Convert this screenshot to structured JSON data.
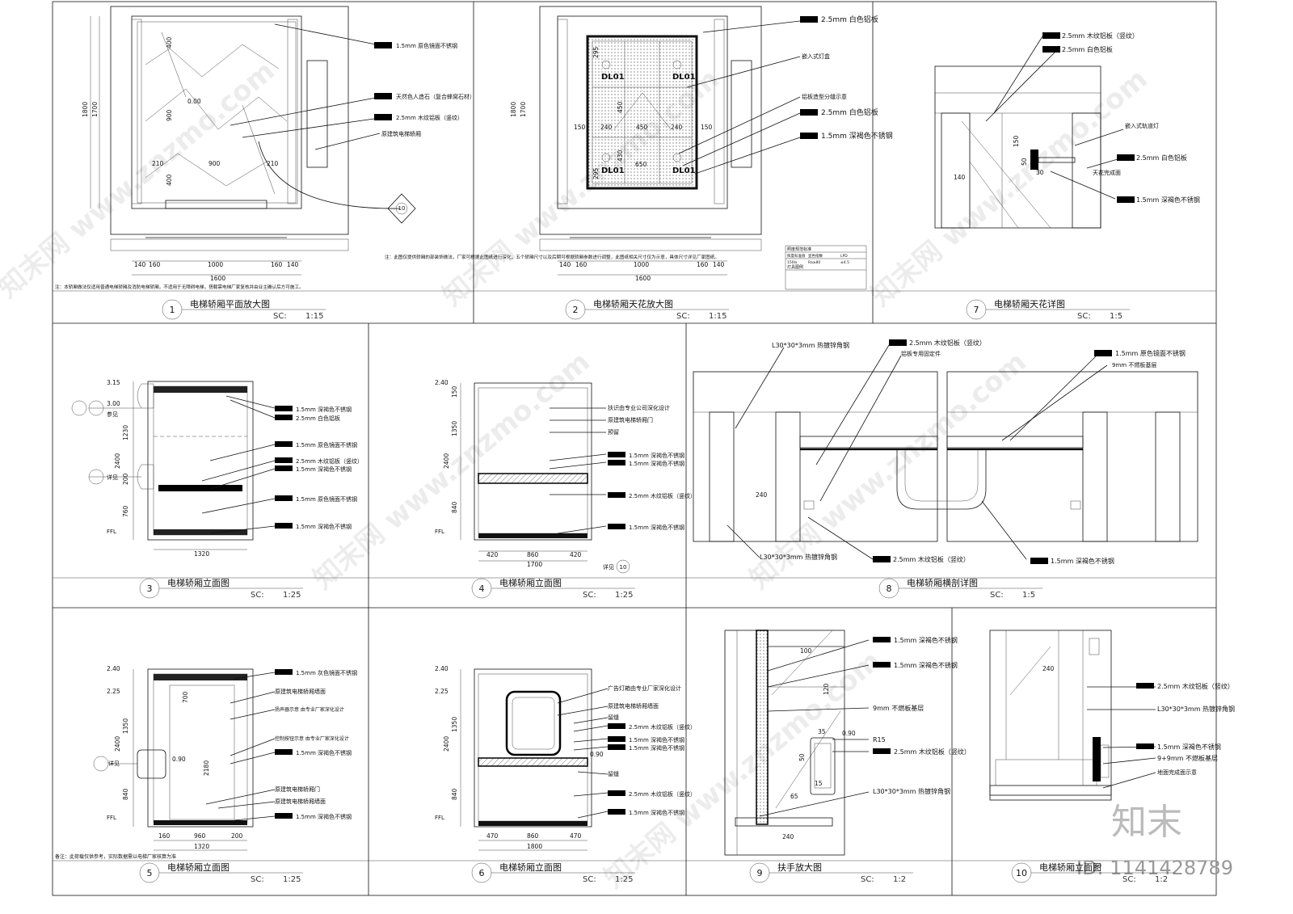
{
  "views": [
    {
      "num": "1",
      "title": "电梯轿厢平面放大图",
      "sc": "SC:",
      "scale": "1:15"
    },
    {
      "num": "2",
      "title": "电梯轿厢天花放大图",
      "sc": "SC:",
      "scale": "1:15"
    },
    {
      "num": "7",
      "title": "电梯轿厢天花详图",
      "sc": "SC:",
      "scale": "1:5"
    },
    {
      "num": "3",
      "title": "电梯轿厢立面图",
      "sc": "SC:",
      "scale": "1:25"
    },
    {
      "num": "4",
      "title": "电梯轿厢立面图",
      "sc": "SC:",
      "scale": "1:25"
    },
    {
      "num": "8",
      "title": "电梯轿厢横剖详图",
      "sc": "SC:",
      "scale": "1:5"
    },
    {
      "num": "5",
      "title": "电梯轿厢立面图",
      "sc": "SC:",
      "scale": "1:25"
    },
    {
      "num": "6",
      "title": "电梯轿厢立面图",
      "sc": "SC:",
      "scale": "1:25"
    },
    {
      "num": "9",
      "title": "扶手放大图",
      "sc": "SC:",
      "scale": "1:2"
    },
    {
      "num": "10",
      "title": "电梯轿厢立面图",
      "sc": "SC:",
      "scale": "1:2"
    }
  ],
  "notes": {
    "plan_note": "注：本轿厢做法仅适用普通电梯轿厢及消防电梯轿厢，不适用于无障碍电梯，搭载需电梯厂家复核并由业主确认后方可施工。",
    "ceiling_note": "注：此图仅提供轿厢的部装饰做法，厂家可根据此图纸进行深化，五个轿厢尺寸以及后期可根据轿厢参数进行调整，此图纸相关尺寸仅为示意，具体尺寸详见厂家图纸。",
    "bottom_note": "备注：此荷载仅供参考，实际数据需以电梯厂家核算为准"
  },
  "plan": {
    "dims_bottom": [
      "140",
      "160",
      "1000",
      "160",
      "140"
    ],
    "total": "1600",
    "dims_left": [
      "1800",
      "1700"
    ],
    "dims_inner": [
      "400",
      "900",
      "400",
      "210",
      "900",
      "210"
    ],
    "level": "0.00",
    "callouts": [
      "1.5mm 原色镜面不锈钢",
      "天然色人造石（复合蜂窝石材）",
      "2.5mm 木纹铝板（竖纹）",
      "原建筑电梯轿厢"
    ]
  },
  "ceiling": {
    "dims_bottom": [
      "140",
      "160",
      "1000",
      "160",
      "140"
    ],
    "total": "1600",
    "dims_left": [
      "1800",
      "1700"
    ],
    "lamp_tags": [
      "DL01",
      "DL01",
      "DL01",
      "DL01"
    ],
    "grid_dims": [
      "150",
      "240",
      "450",
      "240",
      "150",
      "650",
      "295",
      "450",
      "430",
      "295"
    ],
    "callouts": [
      "2.5mm 白色铝板",
      "嵌入式灯盒",
      "铝板造型分缝示意",
      "2.5mm 白色铝板",
      "1.5mm 深褐色不锈钢"
    ],
    "table_title": "照度规范标准",
    "table_rows": [
      "照度标准值",
      "150lx",
      "显色指数",
      "Ra≥80",
      "LPD",
      "≤4.5"
    ],
    "lamp_title": "灯具图例"
  },
  "detail7": {
    "callouts": [
      "2.5mm 木纹铝板（竖纹）",
      "2.5mm 白色铝板",
      "嵌入式轨道灯",
      "2.5mm 白色铝板",
      "1.5mm 深褐色不锈钢"
    ],
    "dims": [
      "150",
      "50",
      "30",
      "140"
    ],
    "note": "天花完成面"
  },
  "elev3": {
    "dims_left": [
      "3.15",
      "3.00",
      "1230",
      "2400",
      "200",
      "760"
    ],
    "width": "1320",
    "refs": [
      "参见",
      "详见"
    ],
    "ffl": "FFL",
    "callouts": [
      "1.5mm 深褐色不锈钢",
      "2.5mm 白色铝板",
      "1.5mm 原色镜面不锈钢",
      "2.5mm 木纹铝板（竖纹）",
      "1.5mm 深褐色不锈钢",
      "1.5mm 原色镜面不锈钢",
      "1.5mm 深褐色不锈钢"
    ]
  },
  "elev4": {
    "dims_left": [
      "2.40",
      "150",
      "1350",
      "2400",
      "840"
    ],
    "dims_bottom": [
      "420",
      "860",
      "420"
    ],
    "width": "1700",
    "ffl": "FFL",
    "ref": "详见",
    "callouts": [
      "扶识由专业公司深化设计",
      "原建筑电梯轿厢门",
      "预留",
      "1.5mm 深褐色不锈钢",
      "1.5mm 深褐色不锈钢",
      "2.5mm 木纹铝板（竖纹）",
      "1.5mm 深褐色不锈钢"
    ]
  },
  "section8": {
    "callouts_top": [
      "L30*30*3mm 热镀锌角钢",
      "2.5mm 木纹铝板（竖纹）",
      "铝板专用固定件",
      "1.5mm 原色镜面不锈钢",
      "9mm 不燃板基层"
    ],
    "callouts_bottom": [
      "L30*30*3mm 热镀锌角钢",
      "2.5mm 木纹铝板（竖纹）",
      "1.5mm 深褐色不锈钢"
    ],
    "dim": "240"
  },
  "elev5": {
    "dims_left": [
      "2.40",
      "2.25",
      "1350",
      "2400",
      "840"
    ],
    "dims_bottom": [
      "160",
      "960",
      "200"
    ],
    "width": "1320",
    "ffl": "FFL",
    "ref": "详见",
    "inner": [
      "700",
      "2180",
      "0.90"
    ],
    "callouts": [
      "1.5mm 灰色镜面不锈钢",
      "原建筑电梯轿厢墙面",
      "扬声器示意 由专业厂家深化设计",
      "控制按钮示意 由专业厂家深化设计",
      "1.5mm 深褐色不锈钢",
      "原建筑电梯轿厢门",
      "原建筑电梯轿厢墙面",
      "1.5mm 深褐色不锈钢"
    ]
  },
  "elev6": {
    "dims_left": [
      "2.40",
      "2.25",
      "1350",
      "2400",
      "840"
    ],
    "dims_bottom": [
      "470",
      "860",
      "470"
    ],
    "width": "1800",
    "ffl": "FFL",
    "inner": [
      "0.90"
    ],
    "callouts": [
      "广告灯箱由专业厂家深化设计",
      "原建筑电梯轿厢墙面",
      "留缝",
      "2.5mm 木纹铝板（竖纹）",
      "1.5mm 深褐色不锈钢",
      "1.5mm 深褐色不锈钢",
      "留缝",
      "2.5mm 木纹铝板（竖纹）",
      "1.5mm 深褐色不锈钢"
    ]
  },
  "detail9": {
    "dims": [
      "100",
      "120",
      "35",
      "0.90",
      "50",
      "15",
      "65",
      "240"
    ],
    "callouts": [
      "1.5mm 深褐色不锈钢",
      "1.5mm 深褐色不锈钢",
      "9mm 不燃板基层",
      "R15",
      "2.5mm 木纹铝板（竖纹）",
      "L30*30*3mm 热镀锌角钢"
    ]
  },
  "detail10": {
    "dims": [
      "240"
    ],
    "callouts": [
      "2.5mm 木纹铝板（竖纹）",
      "L30*30*3mm 热镀锌角钢",
      "1.5mm 深褐色不锈钢",
      "9+9mm 不燃板基层",
      "地面完成面示意"
    ]
  },
  "branding": {
    "logo": "知末",
    "id": "ID: 1141428789",
    "watermark": "知末网 www.znzmo.com"
  }
}
